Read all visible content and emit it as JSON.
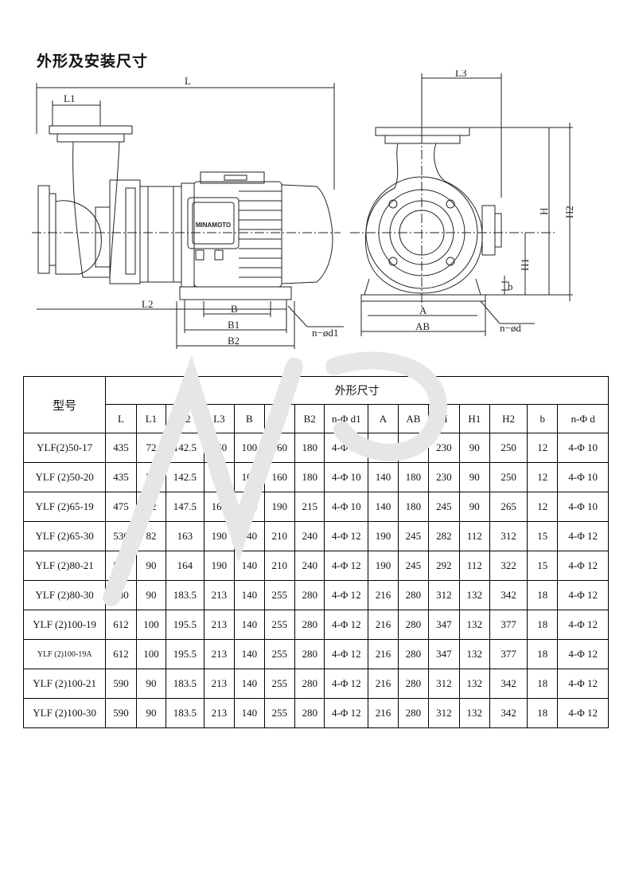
{
  "page": {
    "title": "外形及安装尺寸"
  },
  "drawing": {
    "brand_plate": "MINAMOTO",
    "labels": {
      "L": "L",
      "L1": "L1",
      "L2": "L2",
      "L3": "L3",
      "B": "B",
      "B1": "B1",
      "B2": "B2",
      "A": "A",
      "AB": "AB",
      "H": "H",
      "H1": "H1",
      "H2": "H2",
      "b": "b",
      "nd1": "n−ød1",
      "nd": "n−ød"
    }
  },
  "table": {
    "model_header": "型号",
    "group_header": "外形尺寸",
    "columns": [
      "L",
      "L1",
      "L2",
      "L3",
      "B",
      "B1",
      "B2",
      "n-Φ d1",
      "A",
      "AB",
      "H",
      "H1",
      "H2",
      "b",
      "n-Φ d"
    ],
    "rows": [
      {
        "model": "YLF(2)50-17",
        "values": [
          "435",
          "72",
          "142.5",
          "160",
          "100",
          "160",
          "180",
          "4-Φ 10",
          "140",
          "180",
          "230",
          "90",
          "250",
          "12",
          "4-Φ 10"
        ]
      },
      {
        "model": "YLF (2)50-20",
        "values": [
          "435",
          "72",
          "142.5",
          "160",
          "100",
          "160",
          "180",
          "4-Φ 10",
          "140",
          "180",
          "230",
          "90",
          "250",
          "12",
          "4-Φ 10"
        ]
      },
      {
        "model": "YLF (2)65-19",
        "values": [
          "475",
          "82",
          "147.5",
          "160",
          "125",
          "190",
          "215",
          "4-Φ 10",
          "140",
          "180",
          "245",
          "90",
          "265",
          "12",
          "4-Φ 10"
        ]
      },
      {
        "model": "YLF (2)65-30",
        "values": [
          "530",
          "82",
          "163",
          "190",
          "140",
          "210",
          "240",
          "4-Φ 12",
          "190",
          "245",
          "282",
          "112",
          "312",
          "15",
          "4-Φ 12"
        ]
      },
      {
        "model": "YLF (2)80-21",
        "values": [
          "545",
          "90",
          "164",
          "190",
          "140",
          "210",
          "240",
          "4-Φ 12",
          "190",
          "245",
          "292",
          "112",
          "322",
          "15",
          "4-Φ 12"
        ]
      },
      {
        "model": "YLF (2)80-30",
        "values": [
          "580",
          "90",
          "183.5",
          "213",
          "140",
          "255",
          "280",
          "4-Φ 12",
          "216",
          "280",
          "312",
          "132",
          "342",
          "18",
          "4-Φ 12"
        ]
      },
      {
        "model": "YLF (2)100-19",
        "values": [
          "612",
          "100",
          "195.5",
          "213",
          "140",
          "255",
          "280",
          "4-Φ 12",
          "216",
          "280",
          "347",
          "132",
          "377",
          "18",
          "4-Φ 12"
        ]
      },
      {
        "model": "YLF (2)100-19A",
        "values": [
          "612",
          "100",
          "195.5",
          "213",
          "140",
          "255",
          "280",
          "4-Φ 12",
          "216",
          "280",
          "347",
          "132",
          "377",
          "18",
          "4-Φ 12"
        ]
      },
      {
        "model": "YLF (2)100-21",
        "values": [
          "590",
          "90",
          "183.5",
          "213",
          "140",
          "255",
          "280",
          "4-Φ 12",
          "216",
          "280",
          "312",
          "132",
          "342",
          "18",
          "4-Φ 12"
        ]
      },
      {
        "model": "YLF (2)100-30",
        "values": [
          "590",
          "90",
          "183.5",
          "213",
          "140",
          "255",
          "280",
          "4-Φ 12",
          "216",
          "280",
          "312",
          "132",
          "342",
          "18",
          "4-Φ 12"
        ]
      }
    ]
  }
}
